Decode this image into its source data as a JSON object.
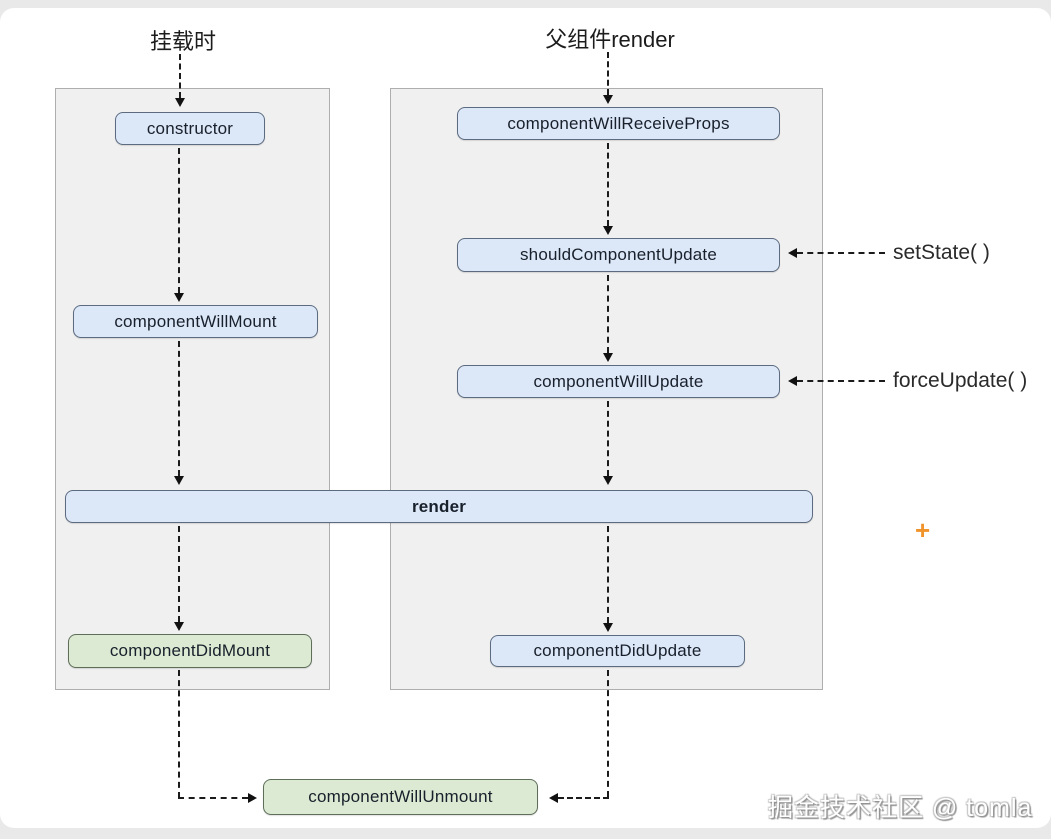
{
  "diagram": {
    "title_labels": {
      "mount_phase": "挂载时",
      "parent_render": "父组件render"
    },
    "nodes": {
      "constructor": "constructor",
      "component_will_mount": "componentWillMount",
      "component_will_receive_props": "componentWillReceiveProps",
      "should_component_update": "shouldComponentUpdate",
      "component_will_update": "componentWillUpdate",
      "render": "render",
      "component_did_mount": "componentDidMount",
      "component_did_update": "componentDidUpdate",
      "component_will_unmount": "componentWillUnmount"
    },
    "annotations": {
      "set_state": "setState( )",
      "force_update": "forceUpdate( )",
      "plus_mark": "+"
    },
    "colors": {
      "node_blue": "#dce7f8",
      "node_green": "#dcead3",
      "panel_gray": "#f0f0f0",
      "plus_orange": "#f0932b"
    },
    "watermark": "掘金技术社区 @ tomla"
  }
}
